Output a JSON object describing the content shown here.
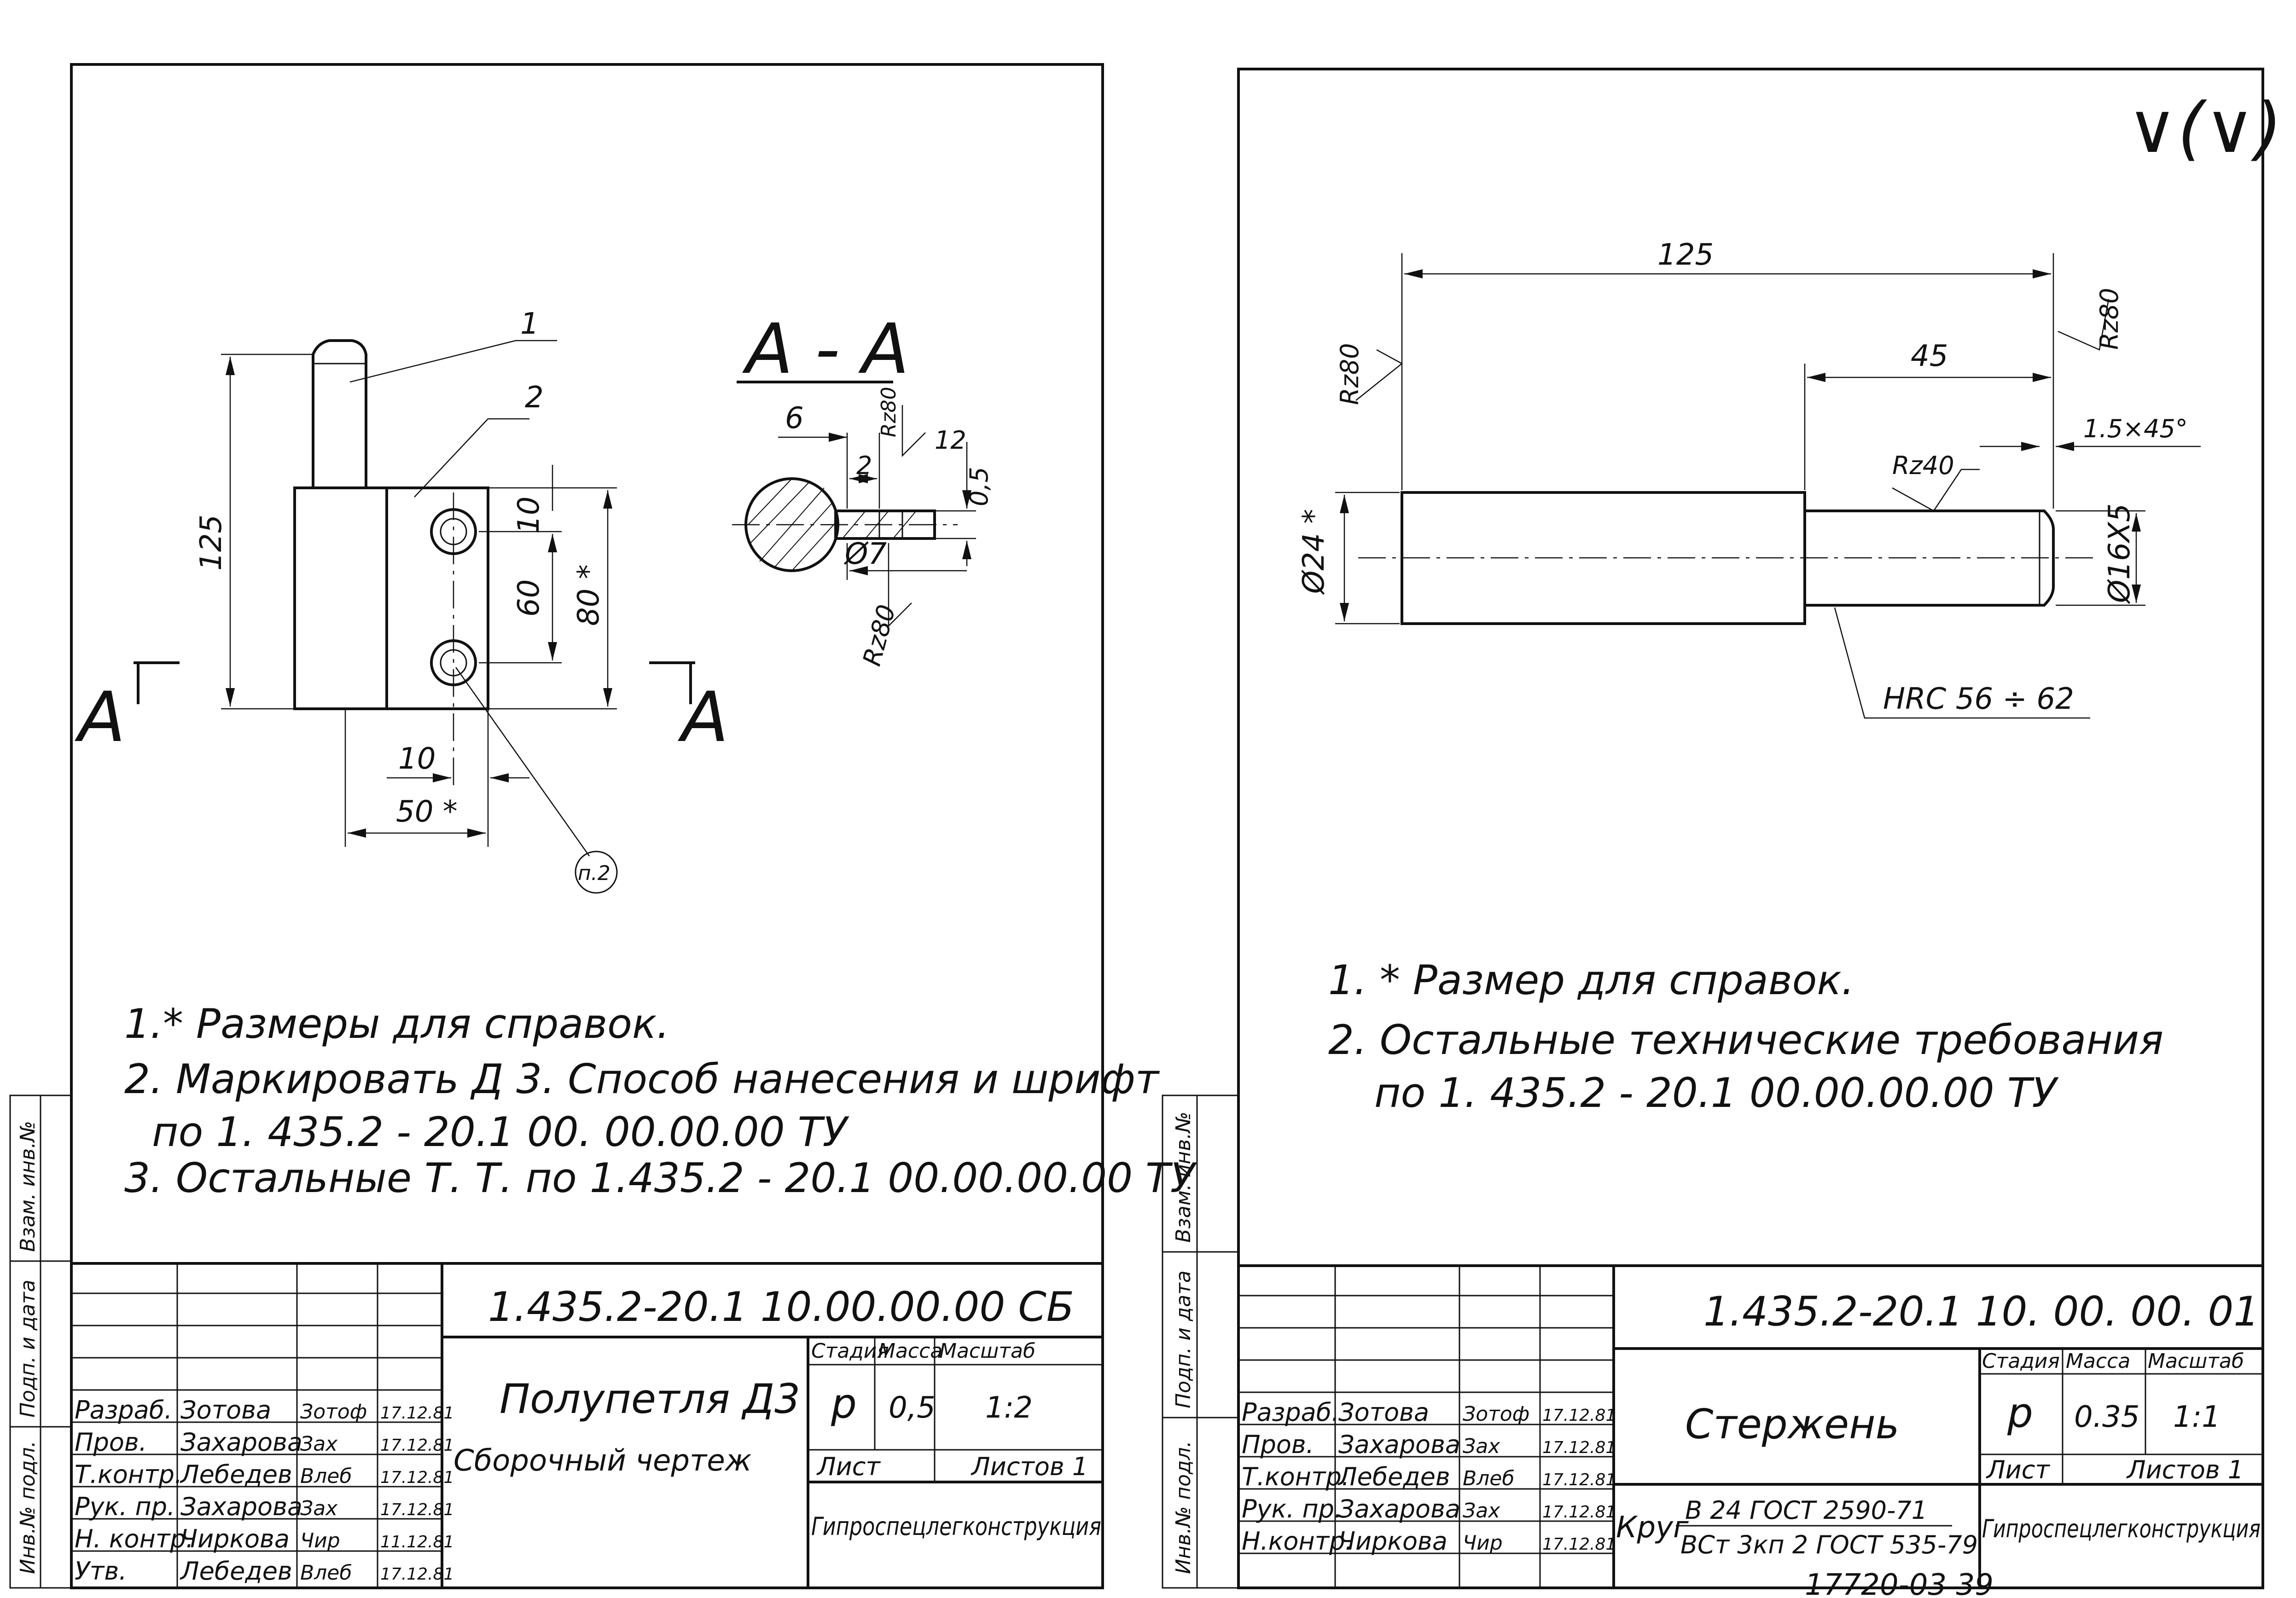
{
  "left_sheet": {
    "parts": [
      "1",
      "2"
    ],
    "section_label": "А - А",
    "cut_left": "А",
    "cut_right": "А",
    "dims": {
      "height_total": "125",
      "offset_top": "10",
      "hole_spacing": "60",
      "height_plate": "80 *",
      "offset_side": "10",
      "width": "50 *",
      "sec_6": "6",
      "sec_2": "2",
      "sec_12": "12",
      "sec_05": "0,5",
      "sec_d7": "Ø7",
      "sec_rz80_top": "Rz80",
      "sec_rz80_bot": "Rz80"
    },
    "callout": "п.2",
    "notes": [
      "1.* Размеры для справок.",
      "2. Маркировать Д 3. Способ нанесения и шрифт",
      "по  1. 435.2 - 20.1  00. 00.00.00 ТУ",
      "3. Остальные Т. Т. по 1.435.2 - 20.1  00.00.00.00 ТУ"
    ],
    "title_block": {
      "doc_number": "1.435.2-20.1 10.00.00.00 СБ",
      "name_line1": "Полупетля Д3",
      "name_line2": "Сборочный чертеж",
      "stage_header": "Стадия",
      "mass_header": "Масса",
      "scale_header": "Масштаб",
      "stage": "р",
      "mass": "0,5",
      "scale": "1:2",
      "sheet_label": "Лист",
      "sheets_label": "Листов 1",
      "org": "Гипроспецлегконструкция",
      "rows": [
        {
          "role": "Разраб.",
          "name": "Зотова",
          "sign": "Зотоф",
          "date": "17.12.81"
        },
        {
          "role": "Пров.",
          "name": "Захарова",
          "sign": "Зах",
          "date": "17.12.81"
        },
        {
          "role": "Т.контр.",
          "name": "Лебедев",
          "sign": "Влеб",
          "date": "17.12.81"
        },
        {
          "role": "Рук. пр.",
          "name": "Захарова",
          "sign": "Зах",
          "date": "17.12.81"
        },
        {
          "role": "Н. контр.",
          "name": "Чиркова",
          "sign": "Чир",
          "date": "11.12.81"
        },
        {
          "role": "Утв.",
          "name": "Лебедев",
          "sign": "Влеб",
          "date": "17.12.81"
        }
      ]
    },
    "side_labels": [
      "Инв.№ подл.",
      "Подп. и дата",
      "Взам. инв.№"
    ]
  },
  "right_sheet": {
    "roughness": "∨(∨)",
    "dims": {
      "length": "125",
      "pin_length": "45",
      "dia_big": "Ø24 *",
      "dia_pin": "Ø16X5",
      "chamfer": "1.5×45°",
      "rz80_left": "Rz80",
      "rz80_right": "Rz80",
      "rz40": "Rz40",
      "hardness": "HRC 56 ÷ 62"
    },
    "notes": [
      "1. * Размер для справок.",
      "2. Остальные   технические   требования",
      "по  1. 435.2 - 20.1  00.00.00.00 ТУ"
    ],
    "title_block": {
      "doc_number": "1.435.2-20.1 10. 00. 00. 01",
      "name_line1": "Стержень",
      "material_prefix": "Круг",
      "material_top": "В 24 ГОСТ 2590-71",
      "material_bottom": "ВСт 3кп 2 ГОСТ 535-79",
      "stage_header": "Стадия",
      "mass_header": "Масса",
      "scale_header": "Масштаб",
      "stage": "р",
      "mass": "0.35",
      "scale": "1:1",
      "sheet_label": "Лист",
      "sheets_label": "Листов 1",
      "org": "Гипроспецлегконструкция",
      "rows": [
        {
          "role": "Разраб.",
          "name": "Зотова",
          "sign": "Зотоф",
          "date": "17.12.81"
        },
        {
          "role": "Пров.",
          "name": "Захарова",
          "sign": "Зах",
          "date": "17.12.81"
        },
        {
          "role": "Т.контр.",
          "name": "Лебедев",
          "sign": "Влеб",
          "date": "17.12.81"
        },
        {
          "role": "Рук. пр.",
          "name": "Захарова",
          "sign": "Зах",
          "date": "17.12.81"
        },
        {
          "role": "Н.контр.",
          "name": "Чиркова",
          "sign": "Чир",
          "date": "17.12.81"
        }
      ]
    },
    "side_labels": [
      "Инв.№ подл.",
      "Подп. и дата",
      "Взам. инв.№"
    ]
  },
  "footer_code": "17720-03  39"
}
